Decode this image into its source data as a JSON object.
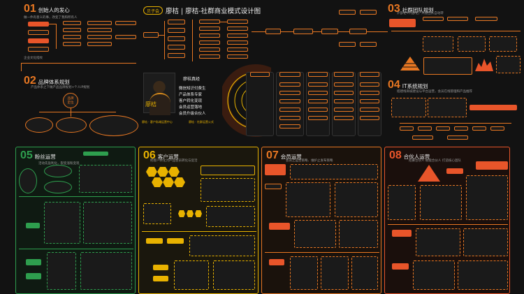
{
  "header": {
    "logo_text": "贝子会",
    "title": "廖桔 | 廖桔-社群商业模式设计图"
  },
  "sections": {
    "s01": {
      "num": "01",
      "title": "创始人的发心",
      "sub": "做一件有意义的事，改变了我和所有人",
      "sub2": "企业文化指纹"
    },
    "s02": {
      "num": "02",
      "title": "品牌体系规划",
      "sub": "产品体系之下做产品品牌规划+个人IP规划",
      "tag": "品牌\n定位"
    },
    "s03": {
      "num": "03",
      "title": "社群团队规划",
      "sub": "外部化+内部化，共建团队自动转"
    },
    "s04": {
      "num": "04",
      "title": "IT系统规划",
      "sub": "搭建线商城建设与平台运营，会员在线管理和产品推荐"
    },
    "s05": {
      "num": "05",
      "title": "粉丝运营",
      "sub": "活动先盈利化，裂变涨粉变现"
    },
    "s06": {
      "num": "06",
      "title": "客户运营",
      "sub": "把客户转化为产品会员转化与促活"
    },
    "s07": {
      "num": "07",
      "title": "会员运营",
      "sub": "会员之运营策略、维护止发布策略"
    },
    "s08": {
      "num": "08",
      "title": "合伙人运营",
      "sub": "招募合伙人 赋能合伙人 打造核心团队"
    }
  },
  "profile": {
    "photo_name": "廖桔",
    "name": "廖桔真经",
    "roles": [
      "微信知识付费生",
      "产品体系专家",
      "客户转化变现",
      "会员运营落地",
      "会员升级合伙人"
    ],
    "foot_left": "廖桔 · 客户私域运营中心",
    "foot_right": "廖桔 · 社群运营公式"
  },
  "colors": {
    "orange": "#e87722",
    "red": "#e8552a",
    "yellow": "#e8b200",
    "green": "#2e9e4e",
    "bg": "#121212"
  }
}
